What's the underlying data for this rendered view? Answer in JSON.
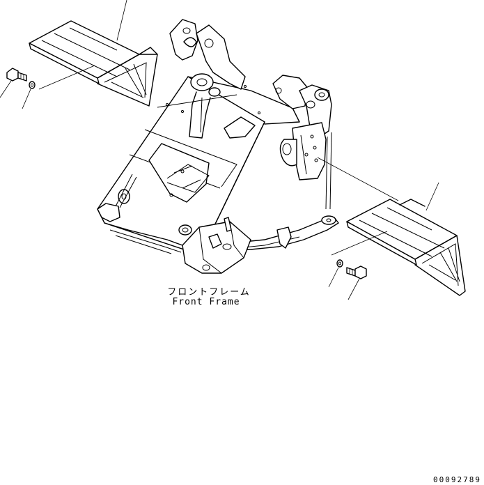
{
  "labels": {
    "frame_jp": "フロントフレーム",
    "frame_en": "Front Frame"
  },
  "drawing_number": "00092789",
  "parts": [
    "front-frame",
    "left-step",
    "right-step",
    "left-bolt",
    "left-washer",
    "right-bolt",
    "right-washer"
  ]
}
